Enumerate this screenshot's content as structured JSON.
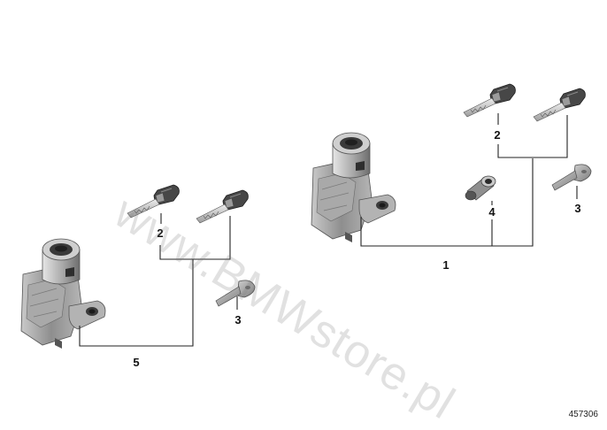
{
  "watermark": "www.BMWstore.pl",
  "diagram_id": "457306",
  "callouts": {
    "left_lock_assembly": "5",
    "left_keys": "2",
    "left_blank_key": "3",
    "right_lock_assembly": "1",
    "right_keys": "2",
    "right_cylinder": "4",
    "right_blank_key": "3"
  },
  "colors": {
    "line": "#222222",
    "part_light": "#d8d8d8",
    "part_mid": "#9a9a9a",
    "part_dark": "#3a3a3a",
    "watermark": "#787878"
  }
}
